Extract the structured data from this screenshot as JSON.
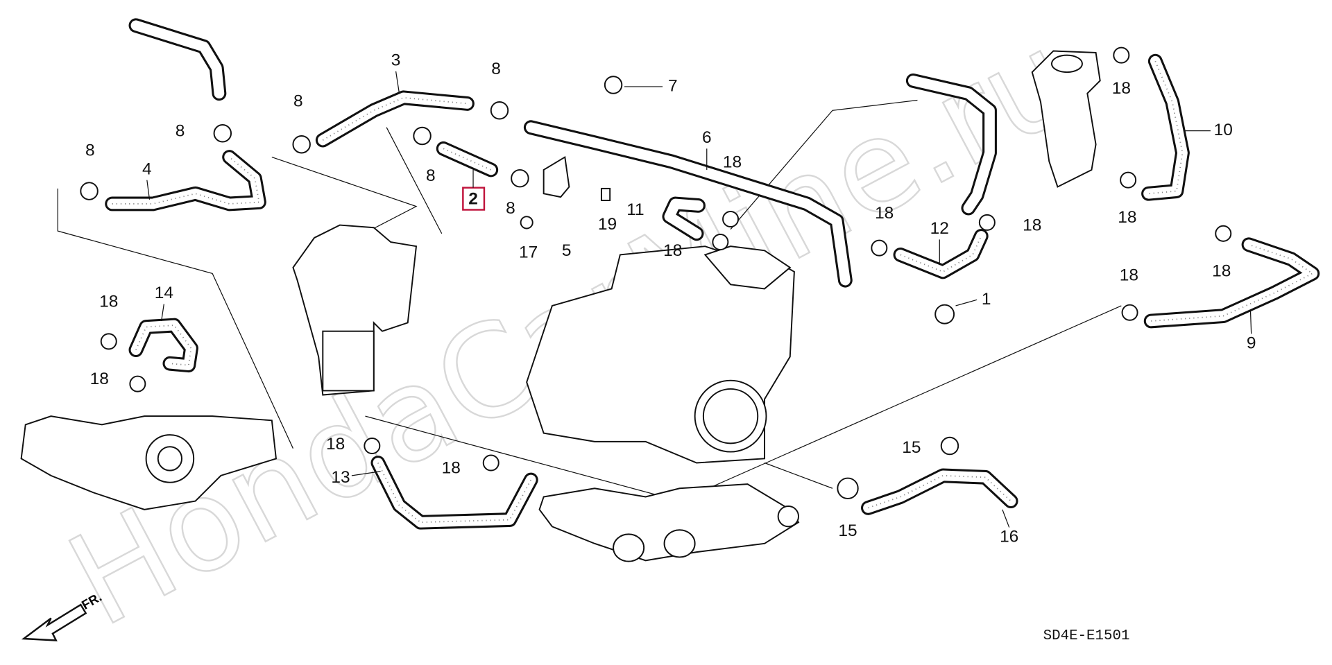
{
  "watermark": "HondaCarMine.ru",
  "diagram_code": "SD4E-E1501",
  "front_arrow_label": "FR.",
  "highlight_color": "#c0143c",
  "highlighted_part": "2",
  "callouts": [
    {
      "id": "c3",
      "label": "3"
    },
    {
      "id": "c8a",
      "label": "8"
    },
    {
      "id": "c7",
      "label": "7"
    },
    {
      "id": "c8b",
      "label": "8"
    },
    {
      "id": "c8c",
      "label": "8"
    },
    {
      "id": "c8d",
      "label": "8"
    },
    {
      "id": "c4",
      "label": "4"
    },
    {
      "id": "c8e",
      "label": "8"
    },
    {
      "id": "c2",
      "label": "2"
    },
    {
      "id": "c8f",
      "label": "8"
    },
    {
      "id": "c17",
      "label": "17"
    },
    {
      "id": "c5",
      "label": "5"
    },
    {
      "id": "c19",
      "label": "19"
    },
    {
      "id": "c6",
      "label": "6"
    },
    {
      "id": "c18a",
      "label": "18"
    },
    {
      "id": "c11",
      "label": "11"
    },
    {
      "id": "c18b",
      "label": "18"
    },
    {
      "id": "c18c",
      "label": "18"
    },
    {
      "id": "c10",
      "label": "10"
    },
    {
      "id": "c18d",
      "label": "18"
    },
    {
      "id": "c18e",
      "label": "18"
    },
    {
      "id": "c12",
      "label": "12"
    },
    {
      "id": "c18f",
      "label": "18"
    },
    {
      "id": "c1",
      "label": "1"
    },
    {
      "id": "c18g",
      "label": "18"
    },
    {
      "id": "c18h",
      "label": "18"
    },
    {
      "id": "c9",
      "label": "9"
    },
    {
      "id": "c18i",
      "label": "18"
    },
    {
      "id": "c14",
      "label": "14"
    },
    {
      "id": "c18j",
      "label": "18"
    },
    {
      "id": "c18k",
      "label": "18"
    },
    {
      "id": "c13",
      "label": "13"
    },
    {
      "id": "c18l",
      "label": "18"
    },
    {
      "id": "c15a",
      "label": "15"
    },
    {
      "id": "c15b",
      "label": "15"
    },
    {
      "id": "c16",
      "label": "16"
    }
  ]
}
